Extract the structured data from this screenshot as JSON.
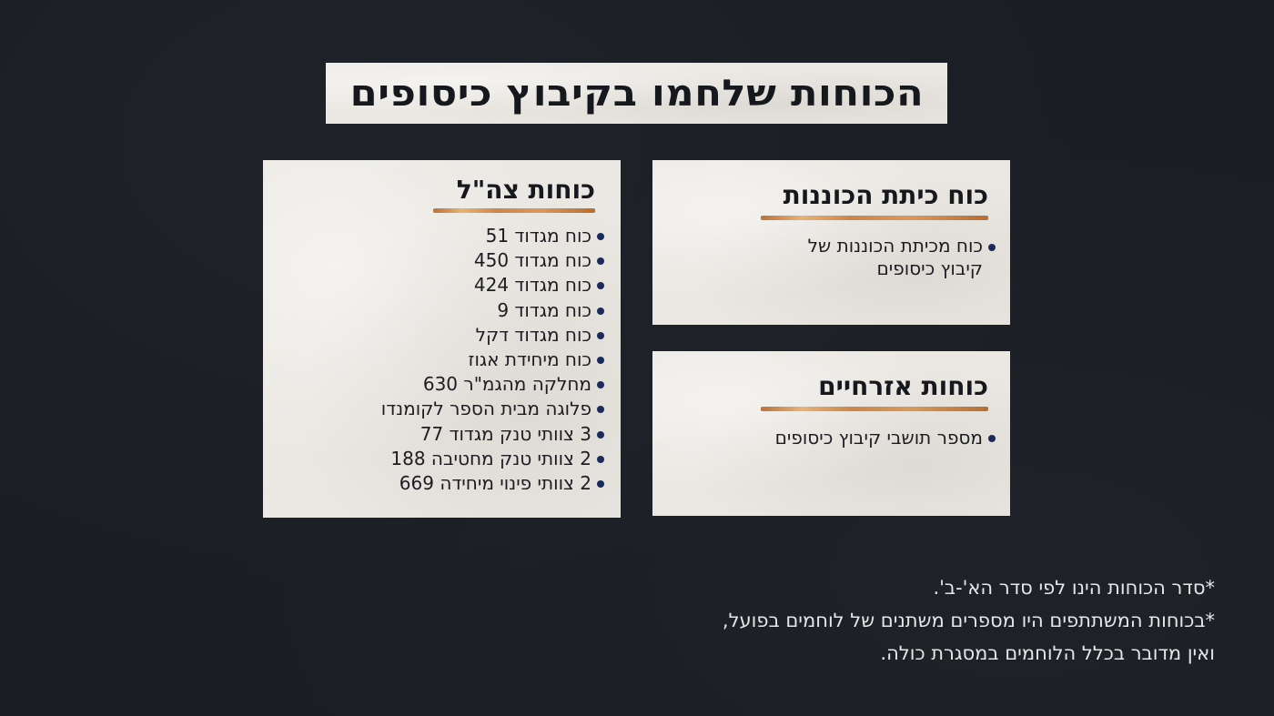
{
  "title": "הכוחות שלחמו בקיבוץ כיסופים",
  "colors": {
    "background": "#1a1e24",
    "paper": "#ebe8e3",
    "text_dark": "#15181d",
    "bullet": "#1b2a5c",
    "accent_bar": "#c9864a",
    "notes_text": "#e6e6e6"
  },
  "panels": {
    "idf": {
      "heading": "כוחות צה\"ל",
      "items": [
        "כוח מגדוד 51",
        "כוח מגדוד 450",
        "כוח מגדוד 424",
        "כוח מגדוד 9",
        "כוח מגדוד דקל",
        "כוח מיחידת אגוז",
        "מחלקה מהגמ\"ר 630",
        "פלוגה מבית הספר לקומנדו",
        "3 צוותי טנק מגדוד 77",
        "2 צוותי טנק מחטיבה 188",
        "2 צוותי פינוי מיחידה 669"
      ]
    },
    "standby": {
      "heading": "כוח כיתת הכוננות",
      "items": [
        "כוח מכיתת הכוננות של קיבוץ כיסופים"
      ]
    },
    "civilian": {
      "heading": "כוחות אזרחיים",
      "items": [
        "מספר תושבי קיבוץ כיסופים"
      ]
    }
  },
  "notes": [
    "*סדר הכוחות הינו לפי סדר הא'-ב'.",
    "*בכוחות המשתתפים היו מספרים משתנים של לוחמים בפועל,",
    "ואין מדובר בכלל הלוחמים במסגרת כולה."
  ]
}
